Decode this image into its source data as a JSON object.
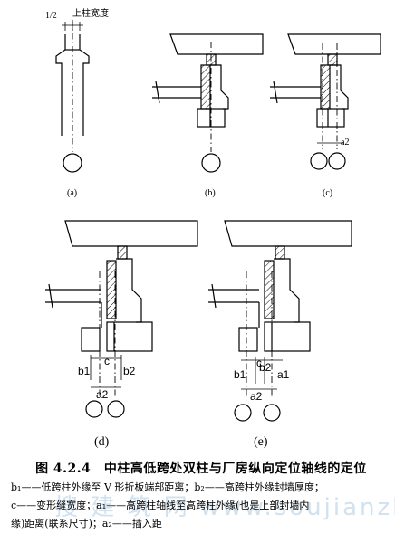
{
  "labels": {
    "half": "1/2",
    "top_col_width": "上柱宽度",
    "b1": "b1",
    "b2": "b2",
    "c": "c",
    "a1": "a1",
    "a2": "a2"
  },
  "panels": {
    "a": "(a)",
    "b": "(b)",
    "c": "(c)",
    "d": "(d)",
    "e": "(e)"
  },
  "caption": {
    "title": "图 4.2.4　中柱高低跨处双柱与厂房纵向定位轴线的定位",
    "legend_1": "b₁——低跨柱外缘至 V 形折板端部距离；b₂——高跨柱外缘封墙厚度；",
    "legend_2": "c——变形缝宽度；a₁——高跨柱轴线至高跨柱外缘(也是上部封墙内",
    "legend_3": "缘)距离(联系尺寸)；a₂——插入距"
  },
  "watermark": "搜 建 筑 网  www.soujianzhu.cn"
}
